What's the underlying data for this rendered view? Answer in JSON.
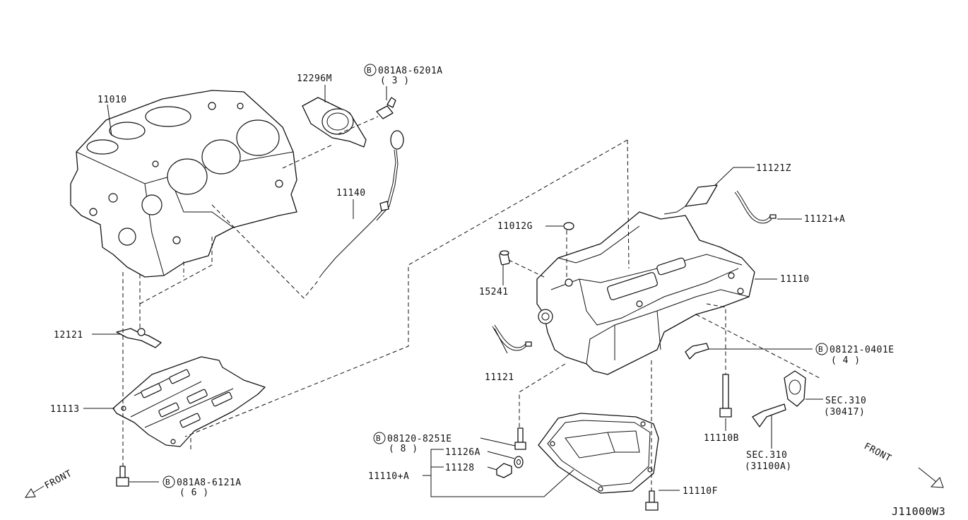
{
  "parts": {
    "cylinder_block": "11010",
    "rear_oil_seal": "12296M",
    "bolt_081a8_6201a": "081A8-6201A",
    "bolt_081a8_6201a_qty": "( 3 )",
    "oil_level_gauge": "11140",
    "baffle_plate_gasket": "11121Z",
    "baffle_plate_gasket_a": "11121+A",
    "plug_11012g": "11012G",
    "oil_filter_stud": "15241",
    "upper_oil_pan": "11110",
    "gasket_11121": "11121",
    "bolt_08121_0401e": "08121-0401E",
    "bolt_08121_0401e_qty": "( 4 )",
    "sec310_a": "SEC.310",
    "sec310_a_ref": "(30417)",
    "bolt_11110b": "11110B",
    "sec310_b": "SEC.310",
    "sec310_b_ref": "(31100A)",
    "crank_sensor_bracket": "12121",
    "ladder_frame": "11113",
    "bolt_081a8_6121a": "081A8-6121A",
    "bolt_081a8_6121a_qty": "( 6 )",
    "bolt_08120_8251e": "08120-8251E",
    "bolt_08120_8251e_qty": "( 8 )",
    "washer_11126a": "11126A",
    "drain_plug_11128": "11128",
    "lower_oil_pan_assy": "11110+A",
    "bolt_11110f": "11110F"
  },
  "bolt_marker": "B",
  "front_label": "FRONT",
  "diagram_code": "J11000W3"
}
